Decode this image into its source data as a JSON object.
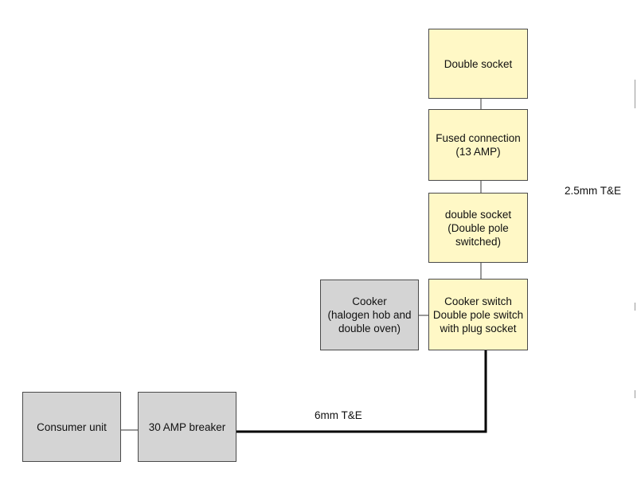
{
  "nodes": {
    "double_socket_top": "Double socket",
    "fused_connection": "Fused connection\n(13 AMP)",
    "double_socket_switched": "double socket\n(Double pole\nswitched)",
    "cooker_switch": "Cooker switch\nDouble pole switch\nwith plug socket",
    "cooker": "Cooker\n(halogen hob and\ndouble oven)",
    "consumer_unit": "Consumer unit",
    "breaker": "30 AMP breaker"
  },
  "labels": {
    "cable_small": "2.5mm T&E",
    "cable_large": "6mm T&E"
  },
  "colors": {
    "yellow_fill": "#fff8c6",
    "grey_fill": "#d4d4d4",
    "border": "#4a4a4a",
    "thin_line": "#333333",
    "thick_line": "#000000"
  }
}
